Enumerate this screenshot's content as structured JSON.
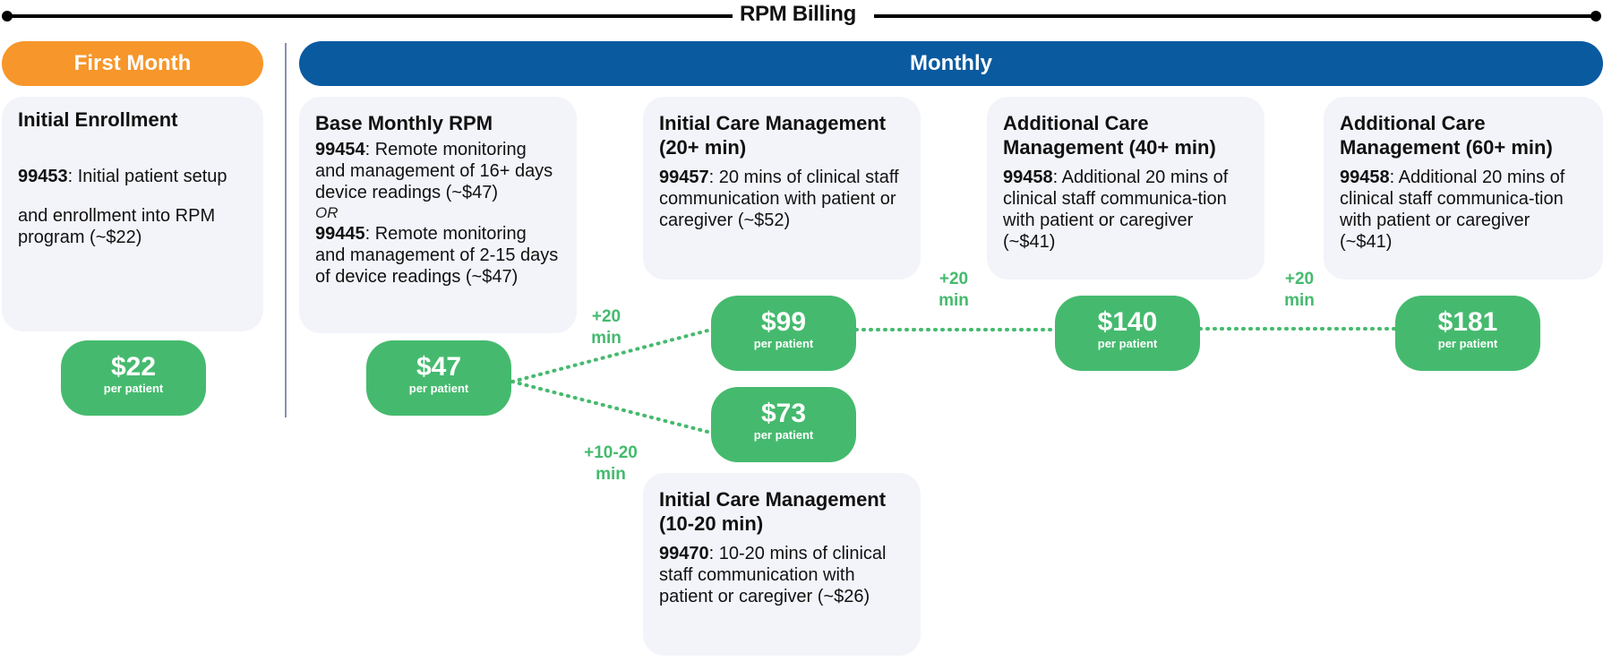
{
  "title": "RPM Billing",
  "sections": {
    "first_month": "First Month",
    "monthly": "Monthly"
  },
  "cards": {
    "initial_enrollment": {
      "title": "Initial Enrollment",
      "code": "99453",
      "line1": ": Initial patient setup",
      "line2": "and enrollment into RPM program (~$22)"
    },
    "base_monthly": {
      "title": "Base Monthly RPM",
      "code1": "99454",
      "text1": ": Remote monitoring and management of 16+ days device readings (~$47)",
      "or": "OR",
      "code2": "99445",
      "text2": ": Remote monitoring and management of 2-15 days of device readings (~$47)"
    },
    "initial_care_20": {
      "title": "Initial Care Management (20+ min)",
      "code": "99457",
      "text": ": 20 mins of clinical staff communication with patient or caregiver (~$52)"
    },
    "additional_care_40": {
      "title": "Additional Care Management (40+ min)",
      "code": "99458",
      "text": ": Additional 20 mins of clinical staff communica-tion with patient or caregiver (~$41)"
    },
    "additional_care_60": {
      "title": "Additional Care Management (60+ min)",
      "code": "99458",
      "text": ": Additional 20 mins of clinical staff communica-tion with patient or caregiver (~$41)"
    },
    "initial_care_10_20": {
      "title": "Initial Care Management (10-20 min)",
      "code": "99470",
      "text": ": 10-20 mins of clinical staff communication with patient or caregiver (~$26)"
    }
  },
  "prices": {
    "p22": "$22",
    "p47": "$47",
    "p99": "$99",
    "p73": "$73",
    "p140": "$140",
    "p181": "$181",
    "unit": "per patient"
  },
  "time_labels": {
    "t1": "+20 min",
    "t2": "+10-20 min",
    "t3": "+20 min",
    "t4": "+20 min"
  },
  "colors": {
    "orange": "#f7962a",
    "blue": "#0a5aa0",
    "green": "#45ba6e",
    "card_bg": "#f3f4fa"
  }
}
